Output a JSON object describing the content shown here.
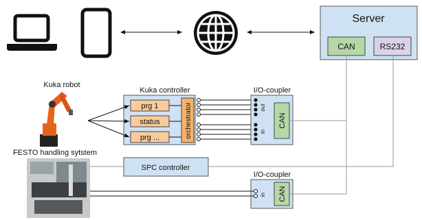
{
  "server": {
    "title": "Server",
    "port_can": "CAN",
    "port_rs232": "RS232"
  },
  "robot": {
    "label": "Kuka robot"
  },
  "controller": {
    "title": "Kuka controller",
    "programs": [
      "prg 1",
      "status",
      "prg ..."
    ],
    "orchestrator": "orchestrator"
  },
  "coupler_top": {
    "title": "I/O-coupler",
    "out": "out",
    "in": "in",
    "bus": "CAN"
  },
  "festo": {
    "label": "FESTO handling sytstem"
  },
  "spc": {
    "label": "SPC controller"
  },
  "coupler_bottom": {
    "title": "I/O-coupler",
    "in": "in",
    "bus": "CAN"
  },
  "colors": {
    "box_blue": "#cfe2f3",
    "box_green": "#b6d7a8",
    "box_purple": "#d9d2e9",
    "box_orange": "#f6b26b",
    "robot_orange": "#e8631a"
  },
  "icons": [
    "laptop-icon",
    "smartphone-icon",
    "globe-icon"
  ]
}
